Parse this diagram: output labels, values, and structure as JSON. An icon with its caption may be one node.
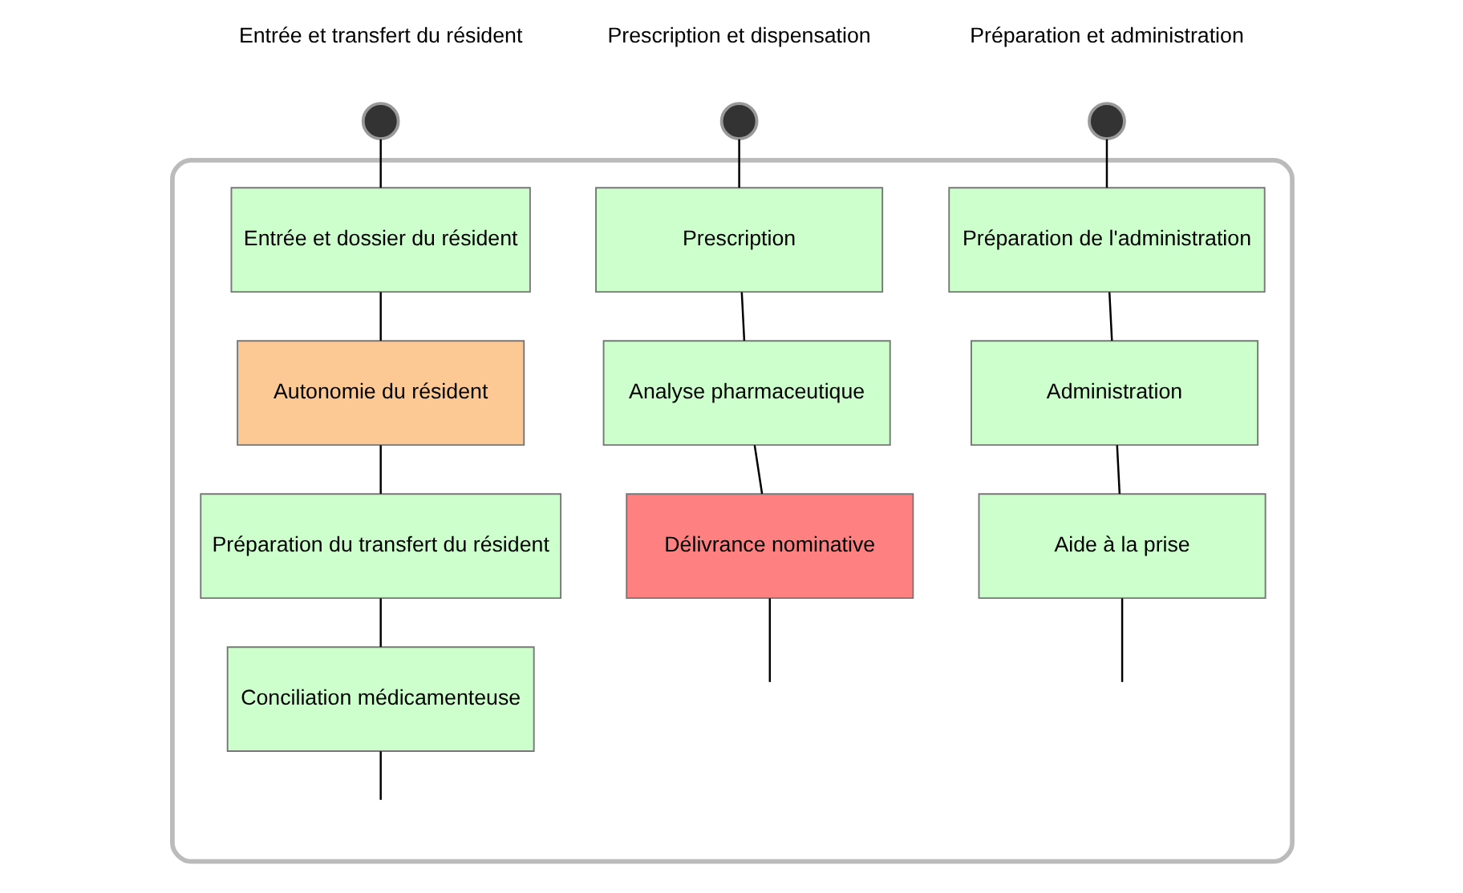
{
  "diagram": {
    "nodes": [
      {
        "text": [],
        "shape": "box"
      },
      {
        "text": [],
        "shape": "circle",
        "beside": [
          "Entrée et transfert du résident"
        ]
      },
      {
        "text": [
          "Entrée et dossier du résident"
        ],
        "in": 0
      },
      {
        "text": [
          "Autonomie du résident"
        ],
        "in": 0
      },
      {
        "text": [
          "Préparation du transfert du résident"
        ],
        "in": 0
      },
      {
        "text": [
          "Conciliation médicamenteuse"
        ],
        "in": 0
      },
      {
        "text": [],
        "shape": "circle",
        "beside": [
          "Prescription et dispensation"
        ]
      },
      {
        "text": [
          "Prescription"
        ],
        "in": 0
      },
      {
        "text": [
          "Analyse pharmaceutique"
        ],
        "in": 0
      },
      {
        "text": [
          "Délivrance nominative"
        ],
        "in": 0
      },
      {
        "text": [],
        "shape": "circle",
        "beside": [
          "Préparation et administration"
        ]
      },
      {
        "text": [
          "Préparation de l'administration"
        ],
        "in": 0
      },
      {
        "text": [
          "Administration"
        ],
        "in": 0
      },
      {
        "text": [
          "Aide à la prise"
        ],
        "in": 0
      }
    ],
    "edges": [
      {
        "from": 1,
        "to": 2,
        "arrow": "none"
      },
      {
        "from": 2,
        "to": 3,
        "arrow": "none"
      },
      {
        "from": 3,
        "to": 4,
        "arrow": "none"
      },
      {
        "from": 4,
        "to": 5,
        "arrow": "none"
      },
      {
        "from": 5,
        "to": null,
        "arrow": "none"
      },
      {
        "from": 6,
        "to": 7,
        "arrow": "none"
      },
      {
        "from": 7,
        "to": 8,
        "arrow": "none"
      },
      {
        "from": 8,
        "to": 9,
        "arrow": "none"
      },
      {
        "from": 9,
        "to": null,
        "arrow": "none"
      },
      {
        "from": 10,
        "to": 11,
        "arrow": "none"
      },
      {
        "from": 11,
        "to": 12,
        "arrow": "none"
      },
      {
        "from": 12,
        "to": 13,
        "arrow": "none"
      },
      {
        "from": 13,
        "to": null,
        "arrow": "none"
      }
    ]
  }
}
